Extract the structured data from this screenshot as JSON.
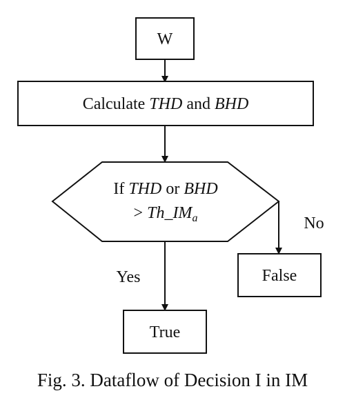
{
  "diagram": {
    "nodes": {
      "start": {
        "label": "W"
      },
      "calculate": {
        "prefix": "Calculate ",
        "term1": "THD",
        "joiner": " and ",
        "term2": "BHD"
      },
      "decision": {
        "line1_prefix": "If ",
        "line1_term1": "THD",
        "line1_joiner": " or ",
        "line1_term2": "BHD",
        "line2_prefix": "> ",
        "line2_term": "Th_IM",
        "line2_subscript": "a"
      },
      "true_node": {
        "label": "True"
      },
      "false_node": {
        "label": "False"
      }
    },
    "edges": {
      "yes_label": "Yes",
      "no_label": "No"
    }
  },
  "caption": "Fig. 3. Dataflow of Decision I in IM"
}
